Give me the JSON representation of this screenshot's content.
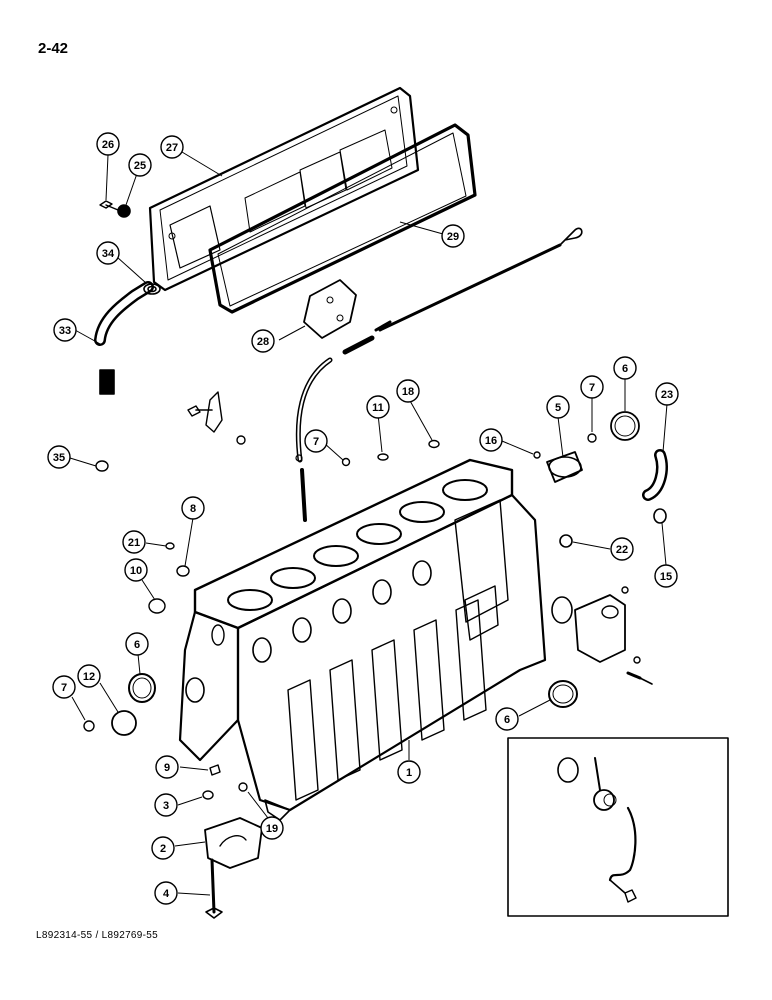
{
  "page": {
    "number": "2-42",
    "footer": "L892314-55 / L892769-55"
  },
  "callouts": [
    {
      "id": "c26",
      "label": "26"
    },
    {
      "id": "c25",
      "label": "25"
    },
    {
      "id": "c27",
      "label": "27"
    },
    {
      "id": "c29",
      "label": "29"
    },
    {
      "id": "c34",
      "label": "34"
    },
    {
      "id": "c33",
      "label": "33"
    },
    {
      "id": "c28",
      "label": "28"
    },
    {
      "id": "c35",
      "label": "35"
    },
    {
      "id": "c7a",
      "label": "7"
    },
    {
      "id": "c11",
      "label": "11"
    },
    {
      "id": "c18",
      "label": "18"
    },
    {
      "id": "c16",
      "label": "16"
    },
    {
      "id": "c5",
      "label": "5"
    },
    {
      "id": "c7b",
      "label": "7"
    },
    {
      "id": "c6a",
      "label": "6"
    },
    {
      "id": "c23",
      "label": "23"
    },
    {
      "id": "c8",
      "label": "8"
    },
    {
      "id": "c21",
      "label": "21"
    },
    {
      "id": "c10",
      "label": "10"
    },
    {
      "id": "c22",
      "label": "22"
    },
    {
      "id": "c15",
      "label": "15"
    },
    {
      "id": "c6b",
      "label": "6"
    },
    {
      "id": "c7c",
      "label": "7"
    },
    {
      "id": "c12",
      "label": "12"
    },
    {
      "id": "c6c",
      "label": "6"
    },
    {
      "id": "c9",
      "label": "9"
    },
    {
      "id": "c1",
      "label": "1"
    },
    {
      "id": "c3",
      "label": "3"
    },
    {
      "id": "c19",
      "label": "19"
    },
    {
      "id": "c2",
      "label": "2"
    },
    {
      "id": "c4",
      "label": "4"
    }
  ]
}
